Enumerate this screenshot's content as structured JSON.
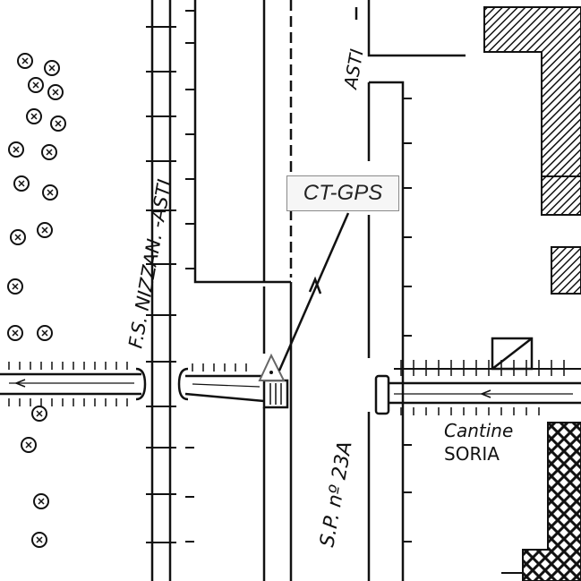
{
  "labels": {
    "railway": "F.S. NIZZAN. -ASTI",
    "road_top": "ASTI",
    "road_main": "S.P. nº 23A",
    "cantine_line1": "Cantine",
    "cantine_line2": "SORIA"
  },
  "callout": {
    "text": "CT-GPS"
  },
  "colors": {
    "ink": "#111111",
    "callout_border": "#8a8a8a",
    "callout_fill": "#f6f6f6"
  },
  "icons": [
    "tree-icon",
    "triangle-marker-icon",
    "hatched-building",
    "crosshatched-building"
  ]
}
